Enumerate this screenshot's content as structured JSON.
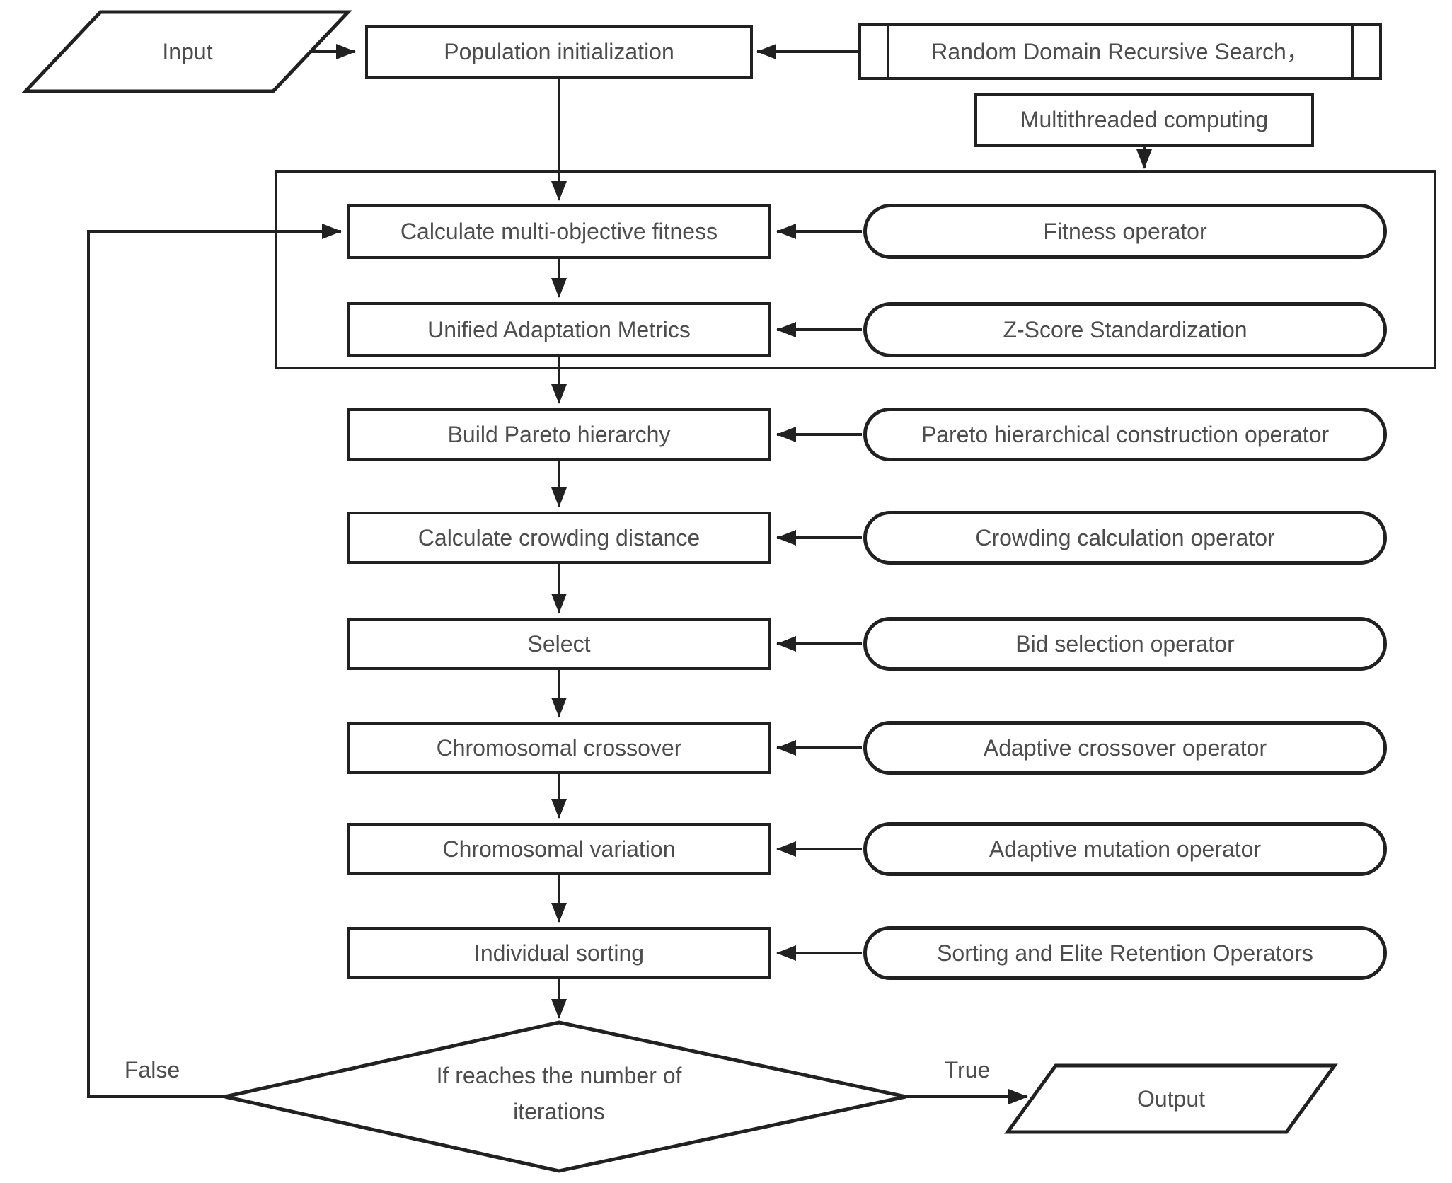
{
  "colors": {
    "line": "#212121",
    "text": "#4d4d4d",
    "background": "#ffffff"
  },
  "diagram": {
    "nodes": {
      "input": {
        "shape": "parallelogram",
        "label": "Input"
      },
      "population_init": {
        "shape": "process",
        "label": "Population initialization"
      },
      "rdrs": {
        "shape": "predefined-process",
        "label": "Random Domain Recursive Search，"
      },
      "multithreaded": {
        "shape": "process",
        "label": "Multithreaded computing"
      },
      "calc_fitness": {
        "shape": "process",
        "label": "Calculate multi-objective fitness"
      },
      "fitness_operator": {
        "shape": "operator",
        "label": "Fitness operator"
      },
      "unified_metrics": {
        "shape": "process",
        "label": "Unified Adaptation Metrics"
      },
      "zscore": {
        "shape": "operator",
        "label": "Z-Score Standardization"
      },
      "build_pareto": {
        "shape": "process",
        "label": "Build Pareto hierarchy"
      },
      "pareto_operator": {
        "shape": "operator",
        "label": "Pareto hierarchical construction operator"
      },
      "crowding": {
        "shape": "process",
        "label": "Calculate crowding distance"
      },
      "crowding_operator": {
        "shape": "operator",
        "label": "Crowding calculation operator"
      },
      "select": {
        "shape": "process",
        "label": "Select"
      },
      "bid_operator": {
        "shape": "operator",
        "label": "Bid selection operator"
      },
      "crossover": {
        "shape": "process",
        "label": "Chromosomal crossover"
      },
      "crossover_operator": {
        "shape": "operator",
        "label": "Adaptive crossover operator"
      },
      "variation": {
        "shape": "process",
        "label": "Chromosomal variation"
      },
      "mutation_operator": {
        "shape": "operator",
        "label": "Adaptive mutation operator"
      },
      "sorting": {
        "shape": "process",
        "label": "Individual sorting"
      },
      "sorting_operator": {
        "shape": "operator",
        "label": "Sorting and Elite Retention Operators"
      },
      "output": {
        "shape": "parallelogram",
        "label": "Output"
      }
    },
    "decision": {
      "shape": "diamond",
      "line1": "If reaches the number of",
      "line2": "iterations"
    },
    "edge_labels": {
      "false_label": "False",
      "true_label": "True"
    }
  }
}
